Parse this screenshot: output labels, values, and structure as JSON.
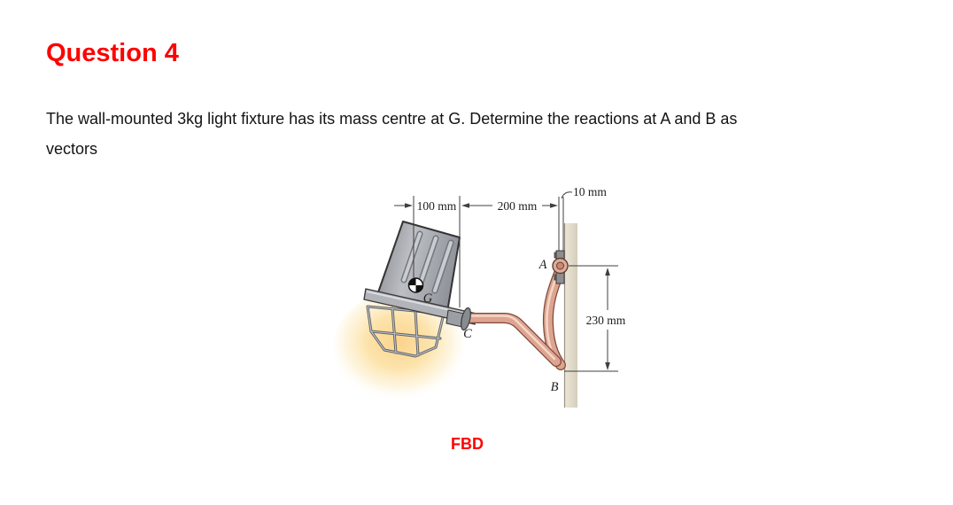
{
  "page": {
    "title": "Question 4",
    "body_line1": "The wall-mounted 3kg light fixture has its mass centre at G. Determine the reactions at A and B as",
    "body_line2": "vectors",
    "fbd_label": "FBD"
  },
  "figure": {
    "type": "statics-diagram",
    "description": "Wall-mounted 3 kg light fixture supported by a bent tube attached to a wall at collar A and support B",
    "mass": "3kg",
    "dimensions": {
      "d100": "100 mm",
      "d200": "200 mm",
      "d10": "10 mm",
      "d230": "230 mm"
    },
    "labels": {
      "a": "A",
      "b": "B",
      "c": "C",
      "g": "G"
    },
    "colors": {
      "title_red": "#ff0000",
      "tube_fill": "#dda491",
      "tube_outline": "#7e4a3c",
      "tube_highlight": "#f6dccc",
      "wall_fill": "#e7e1d4",
      "shade_fill": "#b0b3b8",
      "glow": "#fbd58b",
      "dim_line": "#3f3f3f"
    }
  }
}
